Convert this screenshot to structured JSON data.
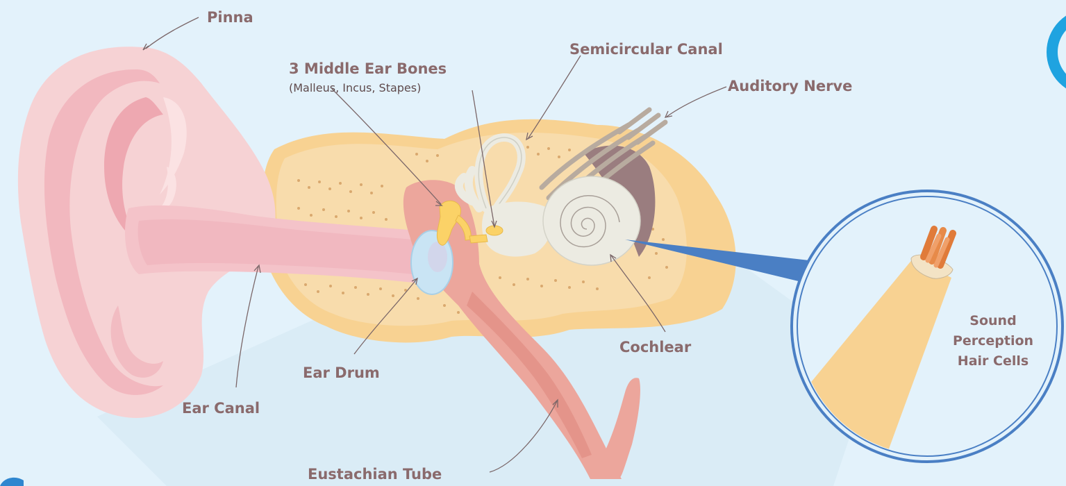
{
  "labels": {
    "pinna": "Pinna",
    "middle_ear_bones": "3 Middle Ear Bones",
    "middle_ear_bones_names": "(Malleus, Incus, Stapes)",
    "semicircular_canal": "Semicircular Canal",
    "auditory_nerve": "Auditory Nerve",
    "ear_canal": "Ear Canal",
    "ear_drum": "Ear Drum",
    "cochlear": "Cochlear",
    "eustachian_tube": "Eustachian Tube",
    "hair_cells_line1": "Sound",
    "hair_cells_line2": "Perception",
    "hair_cells_line3": "Hair Cells"
  },
  "colors": {
    "background": "#e3f2fb",
    "label_text": "#8a6a6c",
    "pinna": "#f6d2d4",
    "bone": "#f7dca6",
    "cochlea": "#ecebe2",
    "nerve": "#b8ab9f",
    "ear_drum": "#c9e4f4",
    "ossicles": "#fbd267",
    "eustachian": "#eba69b",
    "zoom_ring": "#4a7fc4",
    "logo": "#1fa3e0"
  },
  "icons": [
    "logo-ring-icon",
    "logo-mark-icon"
  ]
}
